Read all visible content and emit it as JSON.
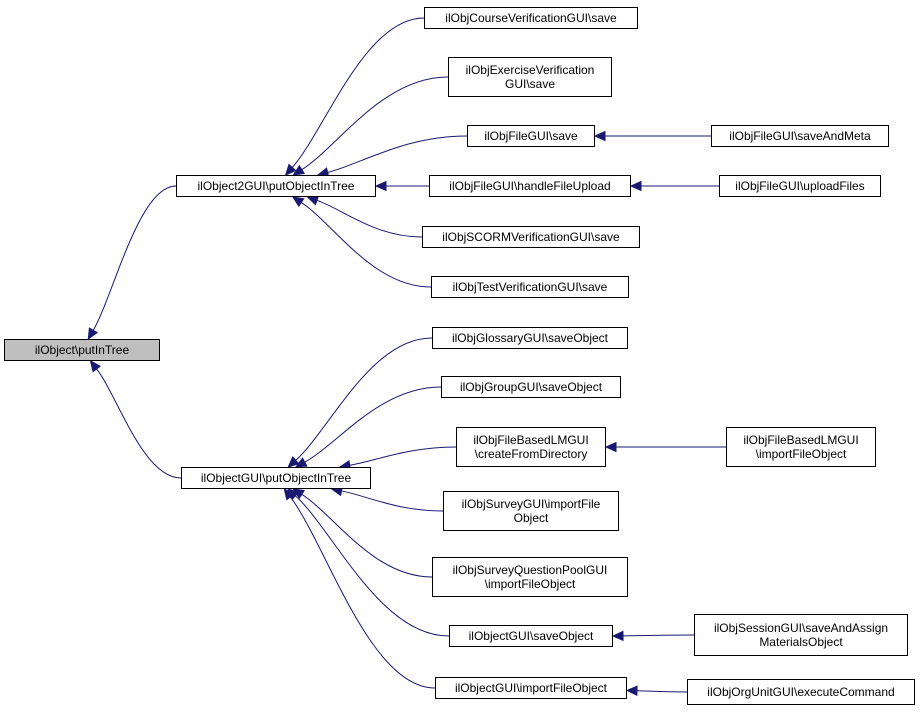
{
  "diagram": {
    "edge_color": "#191970",
    "root_fill": "#bfbfbf",
    "nodes": {
      "root": {
        "lines": [
          "ilObject\\putInTree"
        ]
      },
      "obj2gui": {
        "lines": [
          "ilObject2GUI\\putObjectInTree"
        ]
      },
      "objgui": {
        "lines": [
          "ilObjectGUI\\putObjectInTree"
        ]
      },
      "course": {
        "lines": [
          "ilObjCourseVerificationGUI\\save"
        ]
      },
      "exercise": {
        "lines": [
          "ilObjExerciseVerification",
          "GUI\\save"
        ]
      },
      "filesave": {
        "lines": [
          "ilObjFileGUI\\save"
        ]
      },
      "handleupload": {
        "lines": [
          "ilObjFileGUI\\handleFileUpload"
        ]
      },
      "scorm": {
        "lines": [
          "ilObjSCORMVerificationGUI\\save"
        ]
      },
      "testver": {
        "lines": [
          "ilObjTestVerificationGUI\\save"
        ]
      },
      "saveandmeta": {
        "lines": [
          "ilObjFileGUI\\saveAndMeta"
        ]
      },
      "uploadfiles": {
        "lines": [
          "ilObjFileGUI\\uploadFiles"
        ]
      },
      "glossary": {
        "lines": [
          "ilObjGlossaryGUI\\saveObject"
        ]
      },
      "group": {
        "lines": [
          "ilObjGroupGUI\\saveObject"
        ]
      },
      "filebasedlm": {
        "lines": [
          "ilObjFileBasedLMGUI",
          "\\createFromDirectory"
        ]
      },
      "survey": {
        "lines": [
          "ilObjSurveyGUI\\importFile",
          "Object"
        ]
      },
      "surveyqp": {
        "lines": [
          "ilObjSurveyQuestionPoolGUI",
          "\\importFileObject"
        ]
      },
      "objsave": {
        "lines": [
          "ilObjectGUI\\saveObject"
        ]
      },
      "objimport": {
        "lines": [
          "ilObjectGUI\\importFileObject"
        ]
      },
      "filebasedimport": {
        "lines": [
          "ilObjFileBasedLMGUI",
          "\\importFileObject"
        ]
      },
      "session": {
        "lines": [
          "ilObjSessionGUI\\saveAndAssign",
          "MaterialsObject"
        ]
      },
      "orgunit": {
        "lines": [
          "ilObjOrgUnitGUI\\executeCommand"
        ]
      }
    },
    "edges": [
      {
        "from": "obj2gui",
        "to": "root"
      },
      {
        "from": "objgui",
        "to": "root"
      },
      {
        "from": "course",
        "to": "obj2gui"
      },
      {
        "from": "exercise",
        "to": "obj2gui"
      },
      {
        "from": "filesave",
        "to": "obj2gui"
      },
      {
        "from": "handleupload",
        "to": "obj2gui"
      },
      {
        "from": "scorm",
        "to": "obj2gui"
      },
      {
        "from": "testver",
        "to": "obj2gui"
      },
      {
        "from": "saveandmeta",
        "to": "filesave"
      },
      {
        "from": "uploadfiles",
        "to": "handleupload"
      },
      {
        "from": "glossary",
        "to": "objgui"
      },
      {
        "from": "group",
        "to": "objgui"
      },
      {
        "from": "filebasedlm",
        "to": "objgui"
      },
      {
        "from": "survey",
        "to": "objgui"
      },
      {
        "from": "surveyqp",
        "to": "objgui"
      },
      {
        "from": "objsave",
        "to": "objgui"
      },
      {
        "from": "objimport",
        "to": "objgui"
      },
      {
        "from": "filebasedimport",
        "to": "filebasedlm"
      },
      {
        "from": "session",
        "to": "objsave"
      },
      {
        "from": "orgunit",
        "to": "objimport"
      }
    ]
  }
}
